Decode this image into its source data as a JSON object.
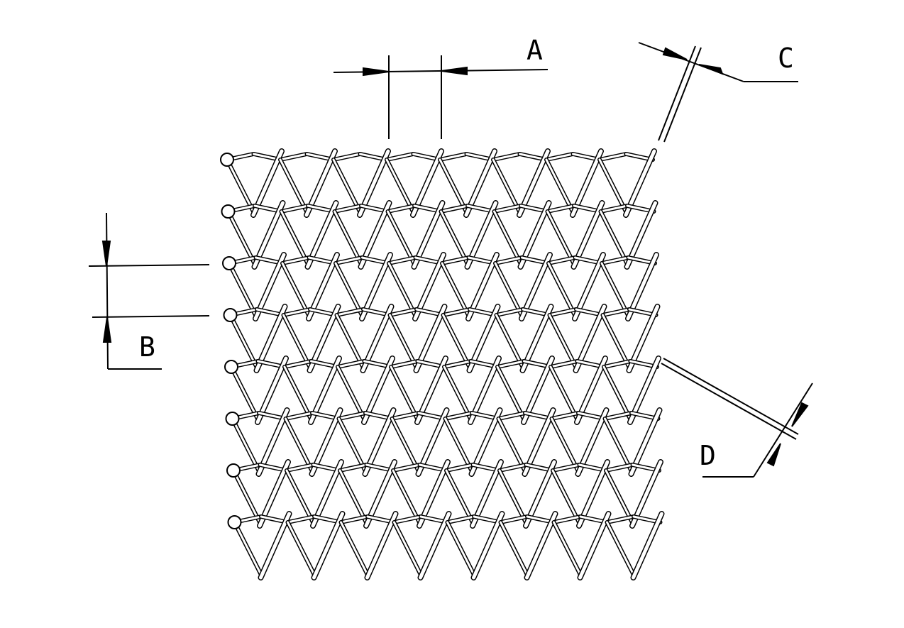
{
  "labels": {
    "a": "A",
    "b": "B",
    "c": "C",
    "d": "D"
  },
  "mesh": {
    "rows": 8,
    "columns": 8
  },
  "colors": {
    "line": "#000000",
    "background": "#ffffff"
  }
}
